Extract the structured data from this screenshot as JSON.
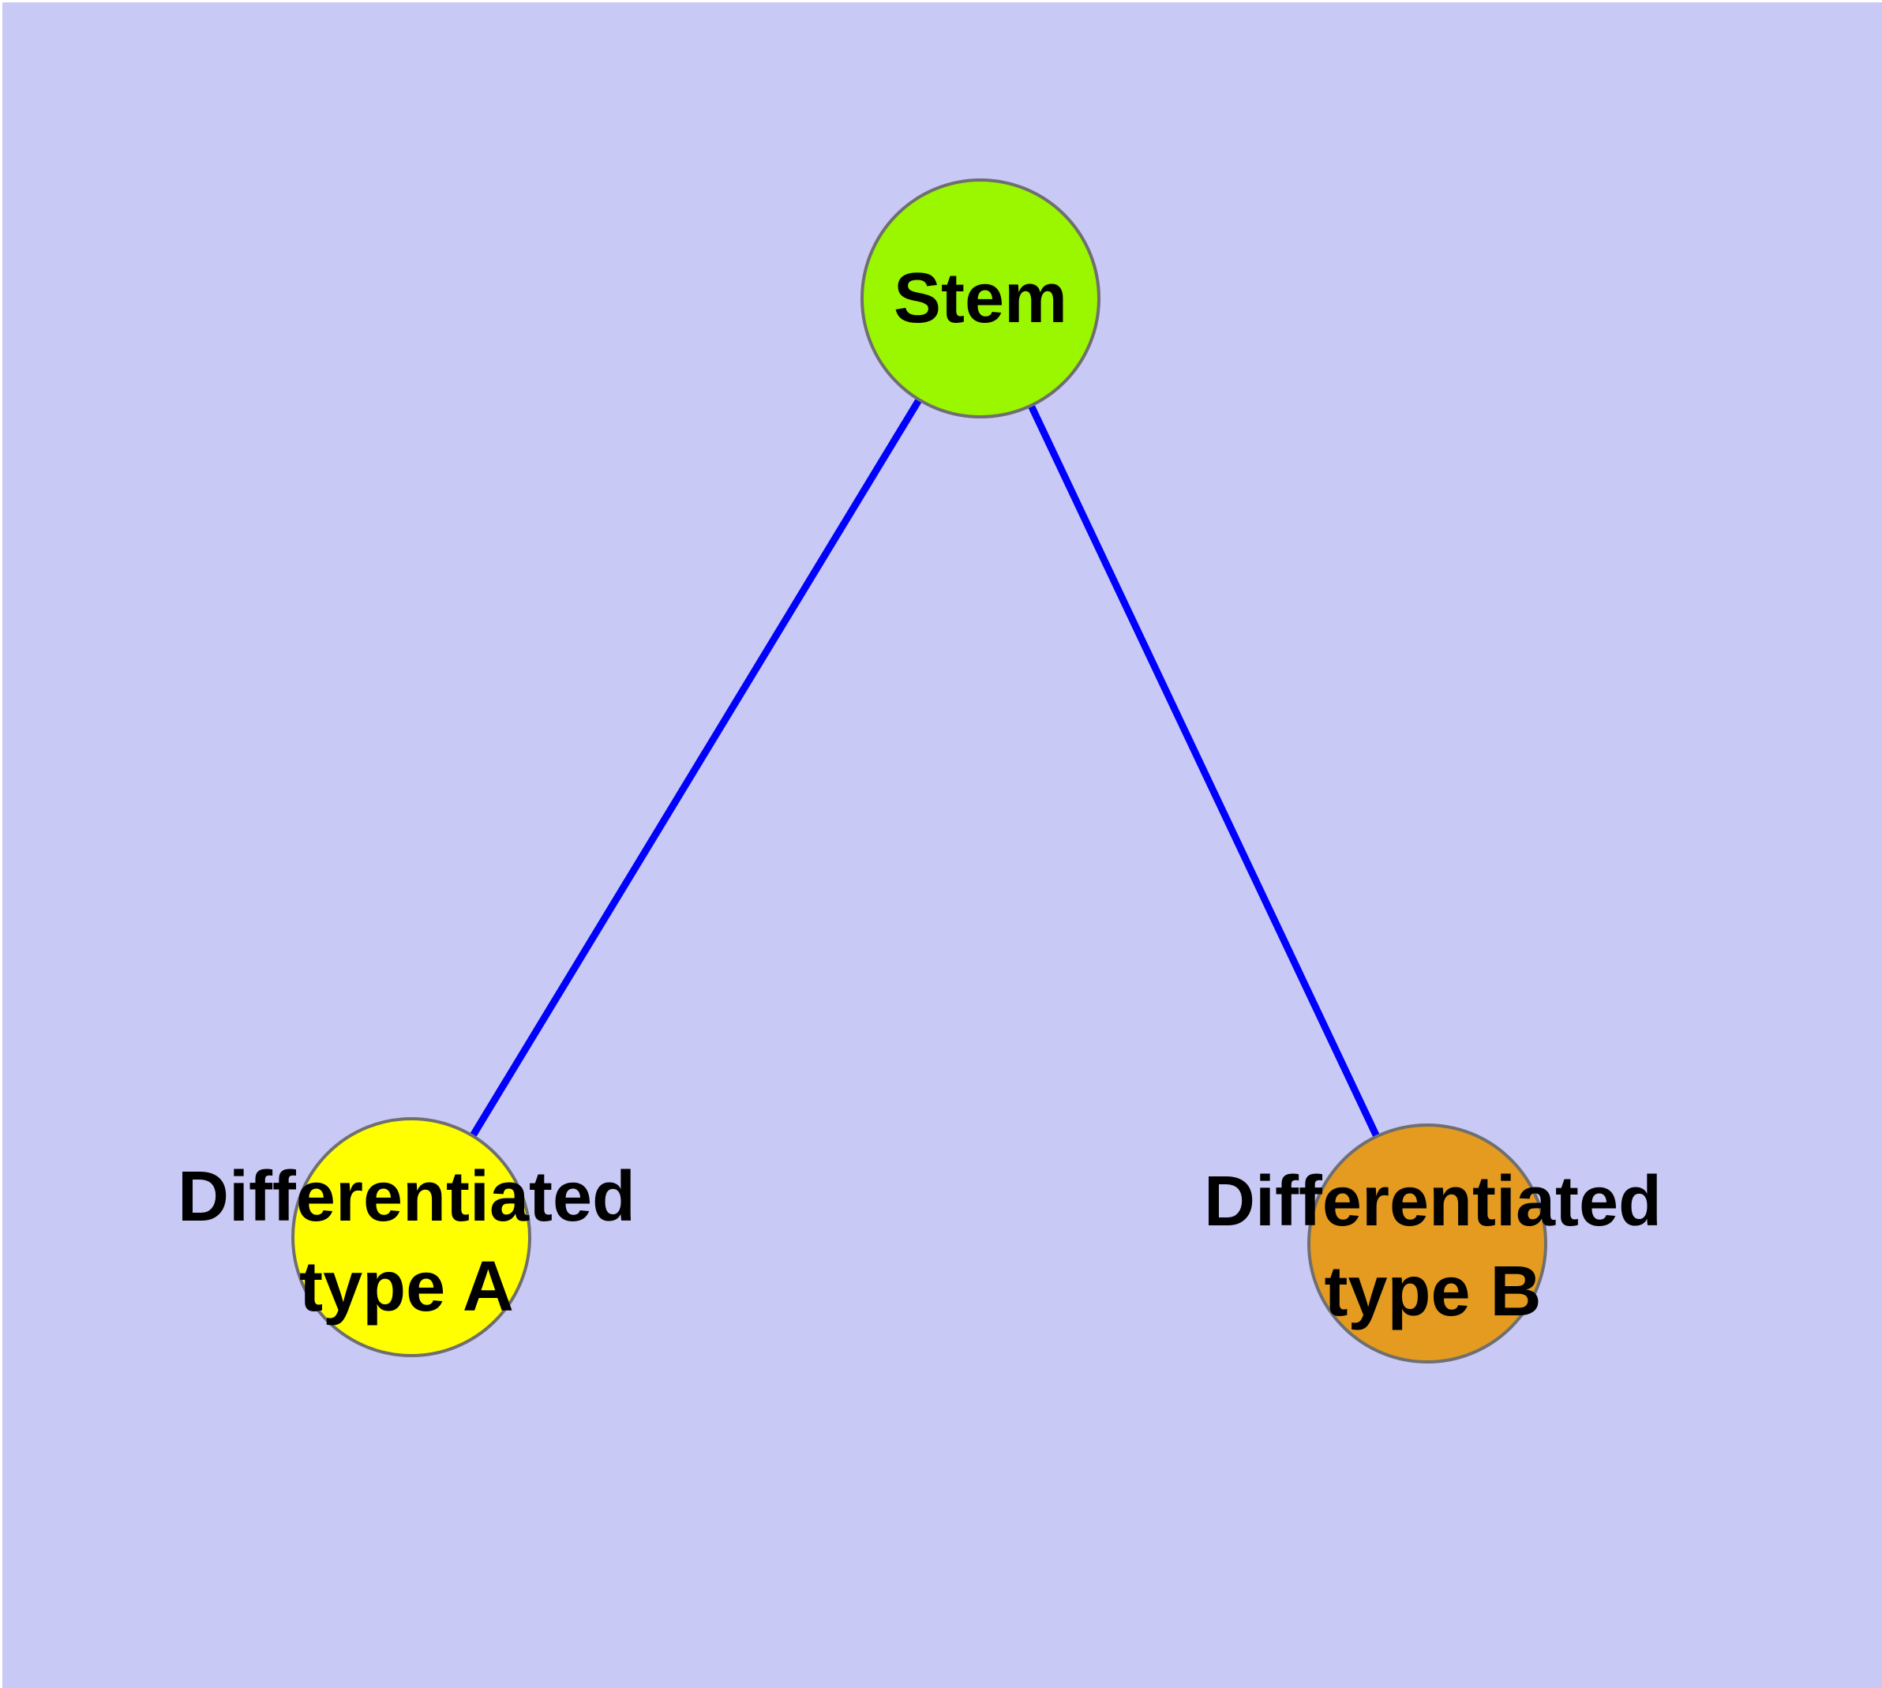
{
  "diagram": {
    "background_color": "#C9C9F6",
    "edge_color": "#0000FF",
    "node_border_color": "#6F6F6F",
    "label_color": "#000000",
    "nodes": {
      "stem": {
        "label": "Stem",
        "fill": "#9AF700"
      },
      "type_a": {
        "label_line1": "Differentiated",
        "label_line2": "type A",
        "fill": "#FFFF00"
      },
      "type_b": {
        "label_line1": "Differentiated",
        "label_line2": "type B",
        "fill": "#E49B20"
      }
    },
    "edges": [
      {
        "from": "stem",
        "to": "type_a"
      },
      {
        "from": "stem",
        "to": "type_b"
      }
    ]
  }
}
